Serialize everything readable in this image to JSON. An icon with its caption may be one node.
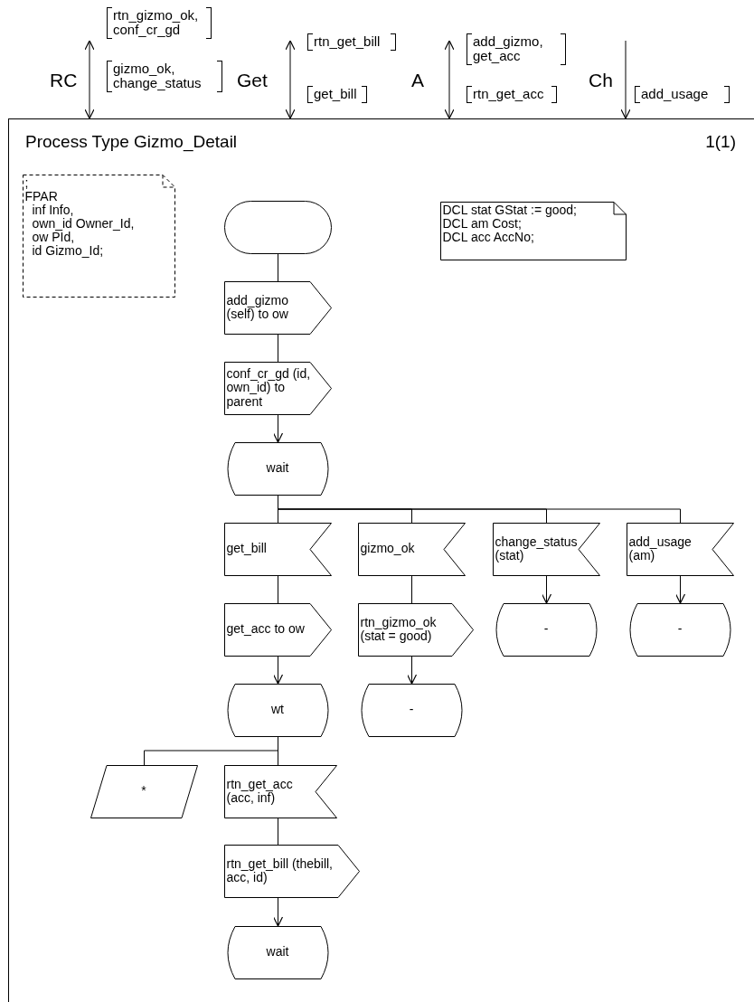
{
  "diagram": {
    "nodes": [
      {
        "text": [
          "Process Type Gizmo_Detail",
          "1(1)"
        ]
      },
      {
        "text": [
          ";",
          "FPAR",
          "inf Info,",
          "own_id Owner_Id,",
          "ow PId,",
          "id Gizmo_Id;"
        ],
        "in": 0
      },
      {
        "text": [
          "DCL stat GStat := good;",
          "DCL am Cost;",
          "DCL acc AccNo;"
        ],
        "in": 0
      },
      {
        "text": [],
        "shape": "oval",
        "in": 0
      },
      {
        "text": [
          "add_gizmo (self) to ow"
        ],
        "in": 0
      },
      {
        "text": [
          "conf_cr_gd (id, own_id) to parent"
        ],
        "in": 0
      },
      {
        "text": [
          "wait"
        ],
        "in": 0
      },
      {
        "text": [
          "get_bill"
        ],
        "in": 0
      },
      {
        "text": [
          "gizmo_ok"
        ],
        "in": 0
      },
      {
        "text": [
          "change_status (stat)"
        ],
        "in": 0
      },
      {
        "text": [
          "add_usage (am)"
        ],
        "in": 0
      },
      {
        "text": [
          "get_acc to ow"
        ],
        "in": 0
      },
      {
        "text": [
          "rtn_gizmo_ok (stat = good)"
        ],
        "in": 0
      },
      {
        "text": [
          "-"
        ],
        "in": 0
      },
      {
        "text": [
          "-"
        ],
        "in": 0
      },
      {
        "text": [
          "wt"
        ],
        "in": 0
      },
      {
        "text": [
          "-"
        ],
        "in": 0
      },
      {
        "text": [
          "*"
        ],
        "in": 0
      },
      {
        "text": [
          "rtn_get_acc (acc, inf)"
        ],
        "in": 0
      },
      {
        "text": [
          "rtn_get_bill (thebill, acc, id)"
        ],
        "in": 0
      },
      {
        "text": [
          "wait"
        ],
        "in": 0
      },
      {
        "text": [
          "rtn_gizmo_ok, conf_cr_gd"
        ]
      },
      {
        "text": [
          "rtn_get_bill"
        ]
      },
      {
        "text": [
          "add_gizmo, get_acc"
        ]
      },
      {
        "text": [
          "gizmo_ok, change_status"
        ]
      },
      {
        "text": [
          "get_bill"
        ]
      },
      {
        "text": [
          "rtn_get_acc"
        ]
      },
      {
        "text": [
          "add_usage"
        ]
      }
    ],
    "edges": [
      {
        "from": 21,
        "to": 0,
        "arrow": "both",
        "label": "RC"
      },
      {
        "from": 22,
        "to": 0,
        "arrow": "both",
        "label": "Get"
      },
      {
        "from": 23,
        "to": 0,
        "arrow": "both",
        "label": "A"
      },
      {
        "from": null,
        "to": 0,
        "arrow": "to",
        "label": "Ch"
      },
      {
        "from": 3,
        "to": 4,
        "arrow": "none"
      },
      {
        "from": 4,
        "to": 5,
        "arrow": "none"
      },
      {
        "from": 5,
        "to": 6,
        "arrow": "to"
      },
      {
        "from": 6,
        "to": 7,
        "arrow": "none"
      },
      {
        "from": 6,
        "to": 8,
        "arrow": "none"
      },
      {
        "from": 6,
        "to": 9,
        "arrow": "none"
      },
      {
        "from": 6,
        "to": 10,
        "arrow": "none"
      },
      {
        "from": 7,
        "to": 11,
        "arrow": "none"
      },
      {
        "from": 8,
        "to": 12,
        "arrow": "none"
      },
      {
        "from": 9,
        "to": 13,
        "arrow": "to"
      },
      {
        "from": 10,
        "to": 14,
        "arrow": "to"
      },
      {
        "from": 11,
        "to": 15,
        "arrow": "to"
      },
      {
        "from": 12,
        "to": 16,
        "arrow": "to"
      },
      {
        "from": 15,
        "to": 17,
        "arrow": "none"
      },
      {
        "from": 15,
        "to": 18,
        "arrow": "none"
      },
      {
        "from": 18,
        "to": 19,
        "arrow": "none"
      },
      {
        "from": 19,
        "to": 20,
        "arrow": "to"
      }
    ]
  }
}
